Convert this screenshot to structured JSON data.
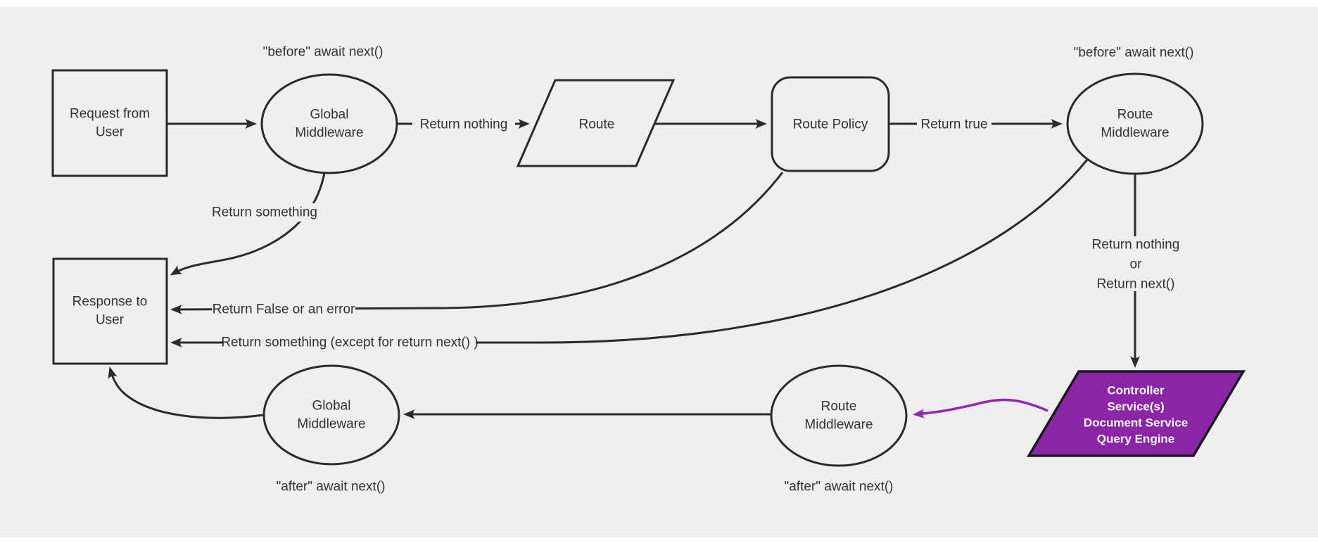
{
  "diagram": {
    "type": "flowchart",
    "canvas_background": "#efefef",
    "page_background": "#ffffff",
    "line_color": "#2b2b2b",
    "text_color": "#333333",
    "controller_fill": "#8b25a8",
    "controller_text_color": "#ffffff",
    "purple_arrow_color": "#9128b4",
    "nodes": {
      "request_from_user": {
        "shape": "rectangle",
        "lines": [
          "Request from",
          "User"
        ]
      },
      "global_middleware_top": {
        "shape": "ellipse",
        "lines": [
          "Global",
          "Middleware"
        ]
      },
      "route": {
        "shape": "parallelogram",
        "lines": [
          "Route"
        ]
      },
      "route_policy": {
        "shape": "rounded-rectangle",
        "lines": [
          "Route Policy"
        ]
      },
      "route_middleware_top": {
        "shape": "ellipse",
        "lines": [
          "Route",
          "Middleware"
        ]
      },
      "response_to_user": {
        "shape": "rectangle",
        "lines": [
          "Response to",
          "User"
        ]
      },
      "global_middleware_bottom": {
        "shape": "ellipse",
        "lines": [
          "Global",
          "Middleware"
        ]
      },
      "route_middleware_bottom": {
        "shape": "ellipse",
        "lines": [
          "Route",
          "Middleware"
        ]
      },
      "controller_services": {
        "shape": "parallelogram",
        "lines": [
          "Controller",
          "Service(s)",
          "Document Service",
          "Query Engine"
        ]
      }
    },
    "labels": {
      "before_top_left": "\"before\" await next()",
      "before_top_right": "\"before\" await next()",
      "after_bottom_left": "\"after\" await next()",
      "after_bottom_right": "\"after\" await next()",
      "return_nothing": "Return nothing",
      "return_true": "Return true",
      "return_something": "Return something",
      "return_false_or_error": "Return False or an error",
      "return_something_except": "Return something (except for return next() )",
      "return_nothing_or": [
        "Return nothing",
        "or",
        "Return next()"
      ]
    }
  }
}
